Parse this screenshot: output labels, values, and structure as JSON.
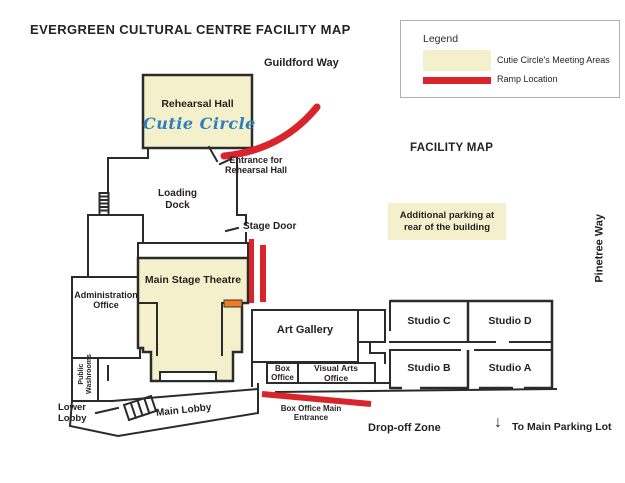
{
  "title": "EVERGREEN CULTURAL CENTRE FACILITY MAP",
  "legend": {
    "heading": "Legend",
    "meeting_areas": "Cutie Circle's Meeting Areas",
    "ramp": "Ramp Location"
  },
  "streets": {
    "guildford_way": "Guildford Way",
    "pinetree_way": "Pinetree Way"
  },
  "headings": {
    "facility_map": "FACILITY MAP"
  },
  "logo": "Cutie Circle",
  "rooms": {
    "rehearsal_hall": "Rehearsal Hall",
    "loading_dock": "Loading Dock",
    "main_stage_theatre": "Main Stage Theatre",
    "administration_office": "Administration Office",
    "art_gallery": "Art Gallery",
    "studio_c": "Studio C",
    "studio_d": "Studio D",
    "studio_b": "Studio B",
    "studio_a": "Studio A",
    "box_office": "Box Office",
    "visual_arts_office": "Visual Arts Office",
    "public_washrooms": "Public Washrooms",
    "lower_lobby": "Lower Lobby",
    "main_lobby": "Main Lobby"
  },
  "annotations": {
    "entrance_rehearsal": "Entrance for Rehearsal Hall",
    "stage_door": "Stage Door",
    "box_office_main_entrance": "Box Office Main Entrance",
    "additional_parking": "Additional parking at rear of the building",
    "drop_off_zone": "Drop-off Zone",
    "to_main_parking_lot": "To Main Parking Lot"
  },
  "icons": {
    "down_arrow": "↓"
  },
  "colors": {
    "meeting": "#f4f0cc",
    "ramp": "#d9242b",
    "marker": "#ee7b21",
    "wall": "#2b2b2b",
    "ink": "#231f20",
    "logo-blue": "#2e7fbf",
    "legend-border": "#b0b0b0"
  }
}
